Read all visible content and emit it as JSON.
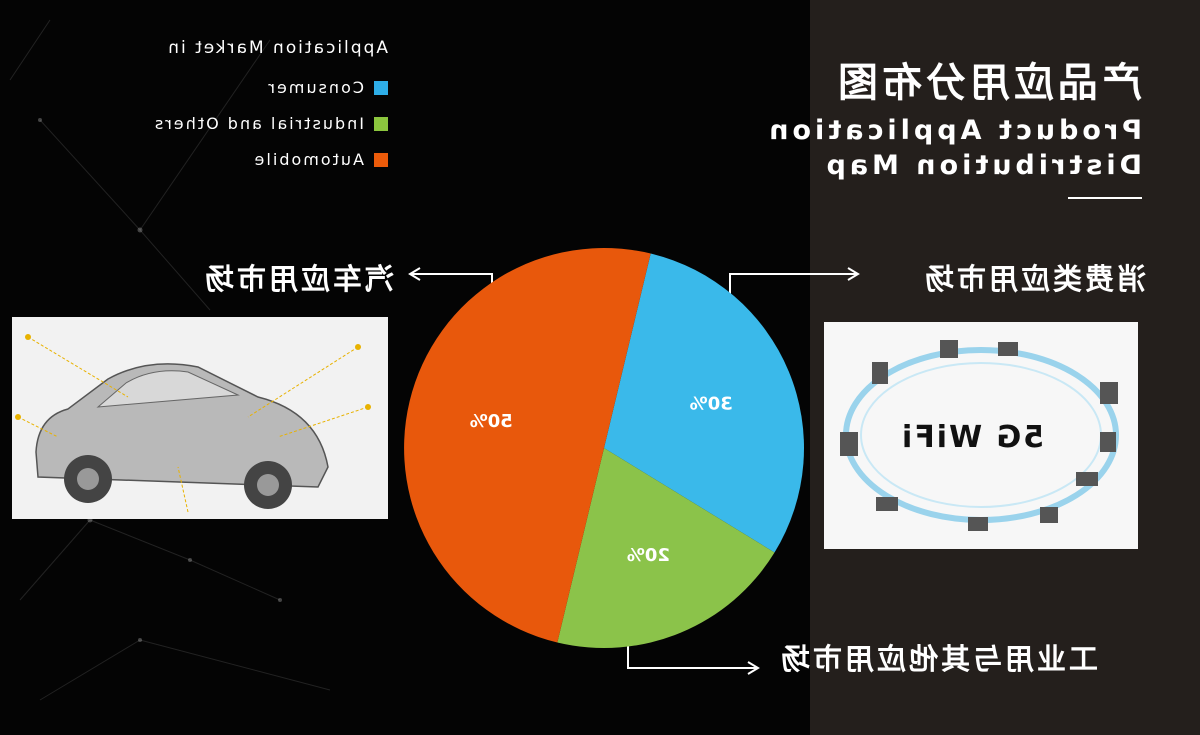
{
  "title": {
    "chinese": "产品应用分布图",
    "english_line1": "Product Application",
    "english_line2": "Distribution Map"
  },
  "legend": {
    "title": "Application Market in",
    "items": [
      {
        "label": "Consumer",
        "color": "#2eaee8"
      },
      {
        "label": "Industrial and Others",
        "color": "#8cc63e"
      },
      {
        "label": "Automobile",
        "color": "#ec5b0a"
      }
    ]
  },
  "callouts": {
    "automobile": "汽车应用市场",
    "consumer": "消费类应用市场",
    "industrial": "工业用与其他应用市场"
  },
  "wifi_image_text": "5G WiFi",
  "chart_data": {
    "type": "pie",
    "slices": [
      {
        "label": "Automobile",
        "value": 50,
        "display": "50%",
        "color": "#e8580c"
      },
      {
        "label": "Consumer",
        "value": 30,
        "display": "30%",
        "color": "#3ab9ea"
      },
      {
        "label": "Industrial and Others",
        "value": 20,
        "display": "20%",
        "color": "#8bc34a"
      }
    ],
    "legend_position": "top-left",
    "mirrored": true
  }
}
